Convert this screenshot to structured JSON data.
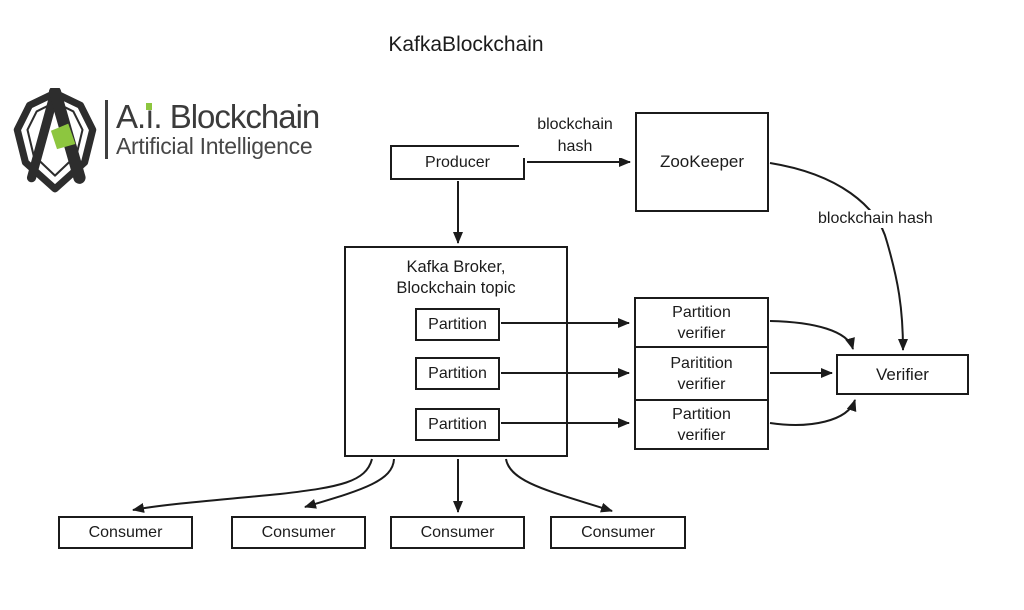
{
  "title": "KafkaBlockchain",
  "logo": {
    "brand_prefix": "A.",
    "brand_i_stem": "ı",
    "brand_suffix": ". Blockchain",
    "tagline": "Artificial Intelligence",
    "colors": {
      "dark": "#2d2d2d",
      "green": "#8dc63f"
    }
  },
  "diagram": {
    "producer": "Producer",
    "zookeeper": "ZooKeeper",
    "broker_title": "Kafka Broker,\nBlockchain topic",
    "partitions": [
      "Partition",
      "Partition",
      "Partition"
    ],
    "partition_verifiers": [
      "Partition\nverifier",
      "Paritition\nverifier",
      "Partition\nverifier"
    ],
    "verifier": "Verifier",
    "consumers": [
      "Consumer",
      "Consumer",
      "Consumer",
      "Consumer"
    ],
    "labels": {
      "producer_to_zookeeper": "blockchain\nhash",
      "zookeeper_to_verifier": "blockchain hash"
    },
    "line_color": "#1b1b1b"
  }
}
